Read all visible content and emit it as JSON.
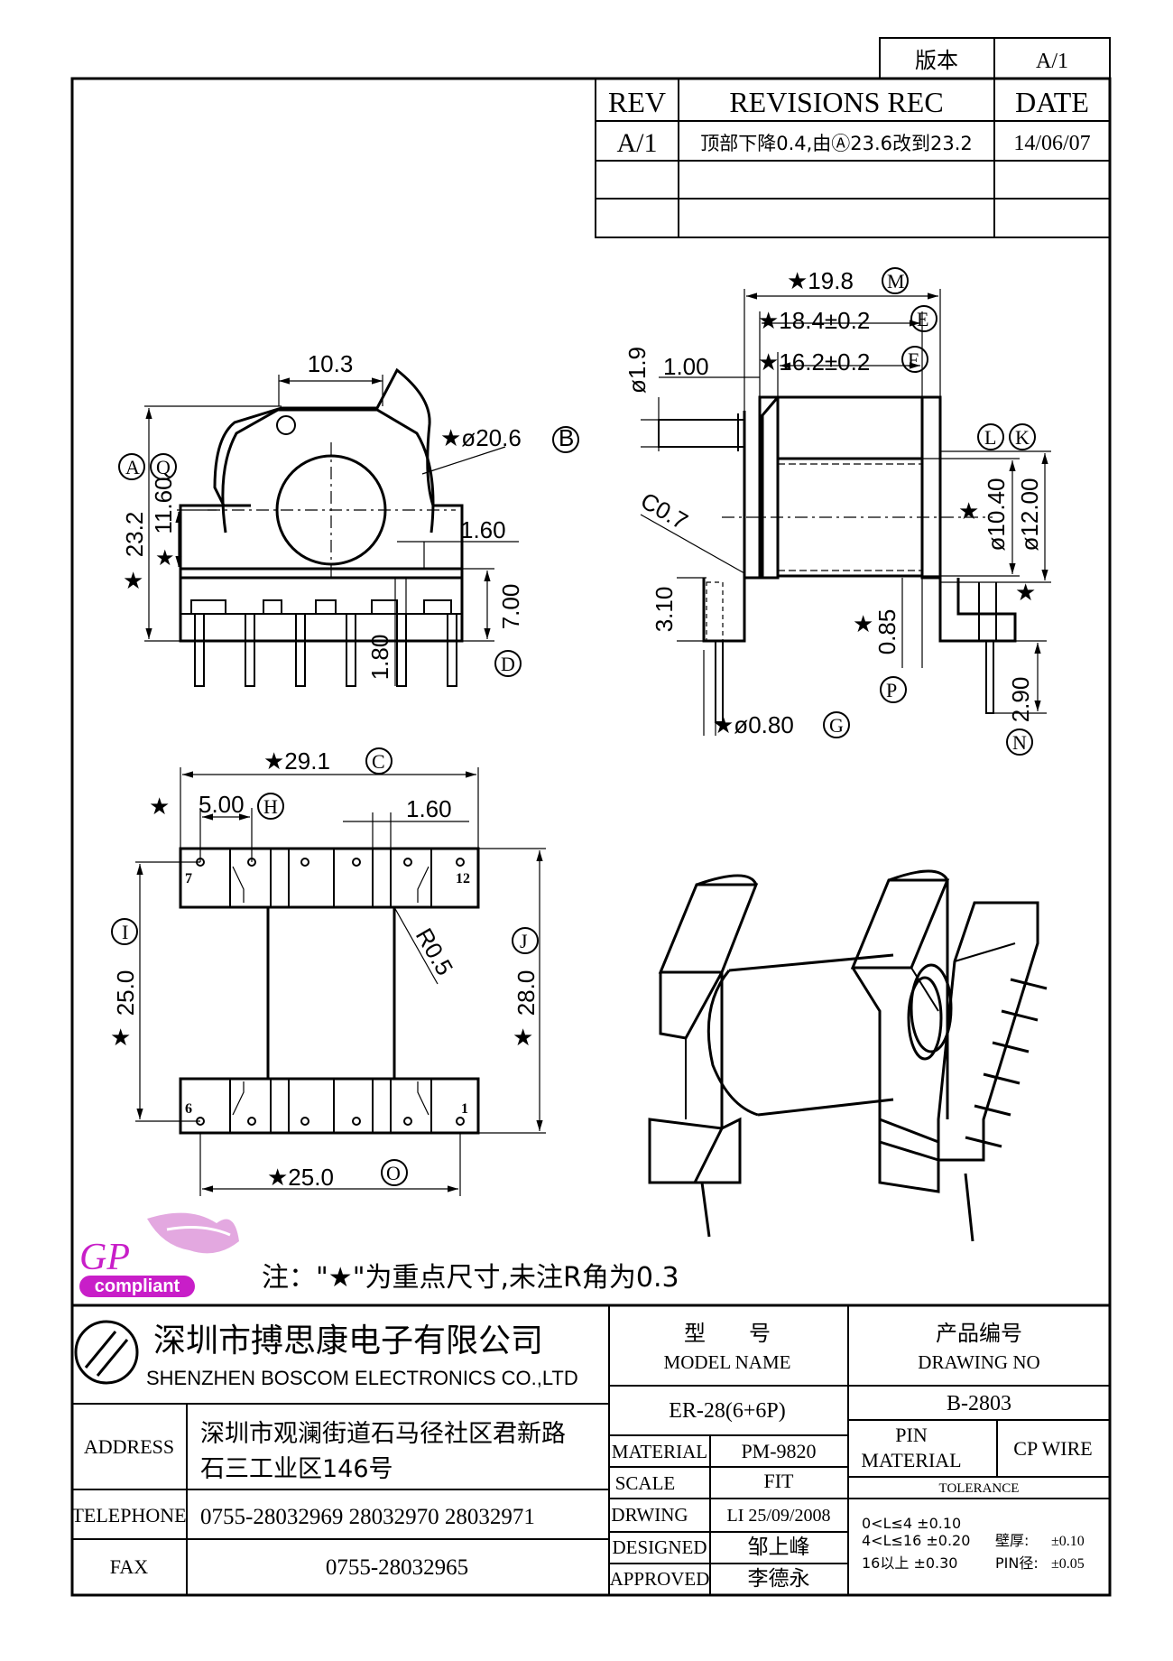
{
  "version_box": {
    "label": "版本",
    "value": "A/1"
  },
  "revisions": {
    "headers": {
      "rev": "REV",
      "rec": "REVISIONS REC",
      "date": "DATE"
    },
    "rows": [
      {
        "rev": "A/1",
        "rec": "顶部下降0.4,由Ⓐ23.6改到23.2",
        "date": "14/06/07"
      },
      {
        "rev": "",
        "rec": "",
        "date": ""
      },
      {
        "rev": "",
        "rec": "",
        "date": ""
      }
    ]
  },
  "dims": {
    "top_width": "10.3",
    "flange_dia": "★ø20.6",
    "height_a": "23.2",
    "height_q": "11.60",
    "slot_160": "1.60",
    "h700": "7.00",
    "h180": "1.80",
    "d198": "★19.8",
    "d184": "★18.4±0.2",
    "d162": "★16.2±0.2",
    "pin_dia_19": "ø1.9",
    "d100": "1.00",
    "c07": "C0.7",
    "d1040": "ø10.40",
    "d1200": "ø12.00",
    "d310": "3.10",
    "d085": "0.85",
    "pin_080": "★ø0.80",
    "d290": "2.90",
    "d291": "★29.1",
    "d500": "5.00",
    "d160b": "1.60",
    "d250": "25.0",
    "r05": "R0.5",
    "d280": "28.0",
    "d250b": "★25.0"
  },
  "labels": {
    "A": "A",
    "B": "B",
    "C": "C",
    "D": "D",
    "E": "E",
    "F": "F",
    "G": "G",
    "H": "H",
    "I": "I",
    "J": "J",
    "K": "K",
    "L": "L",
    "M": "M",
    "N": "N",
    "O": "O",
    "P": "P",
    "Q": "Q"
  },
  "pins": {
    "p7": "7",
    "p12": "12",
    "p6": "6",
    "p1": "1"
  },
  "note": "注：\"★\"为重点尺寸,未注R角为0.3",
  "logo": {
    "line1": "GP",
    "line2": "compliant"
  },
  "company": {
    "name_cn": "深圳市搏思康电子有限公司",
    "name_en": "SHENZHEN BOSCOM ELECTRONICS CO.,LTD",
    "address_label": "ADDRESS",
    "address_line1": "深圳市观澜街道石马径社区君新路",
    "address_line2": "石三工业区146号",
    "telephone_label": "TELEPHONE",
    "telephone": "0755-28032969 28032970 28032971",
    "fax_label": "FAX",
    "fax": "0755-28032965"
  },
  "title_block": {
    "model_cn": "型　　号",
    "model_en": "MODEL NAME",
    "model_value": "ER-28(6+6P)",
    "drawing_cn": "产品编号",
    "drawing_en": "DRAWING NO",
    "drawing_value": "B-2803",
    "material_label": "MATERIAL",
    "material_value": "PM-9820",
    "scale_label": "SCALE",
    "scale_value": "FIT",
    "drawing_label": "DRWING",
    "drawing_by": "LI 25/09/2008",
    "designed_label": "DESIGNED",
    "designed_by": "邹上峰",
    "approved_label": "APPROVED",
    "approved_by": "李德永",
    "pin_material_label1": "PIN",
    "pin_material_label2": "MATERIAL",
    "pin_material_value": "CP WIRE",
    "tolerance_label": "TOLERANCE",
    "tol1": "0<L≤4  ±0.10",
    "tol2": "4<L≤16  ±0.20",
    "tol3": "16以上      ±0.30",
    "wall_label": "壁厚:",
    "wall_value": "±0.10",
    "pin_label": "PIN径:",
    "pin_value": "±0.05"
  }
}
